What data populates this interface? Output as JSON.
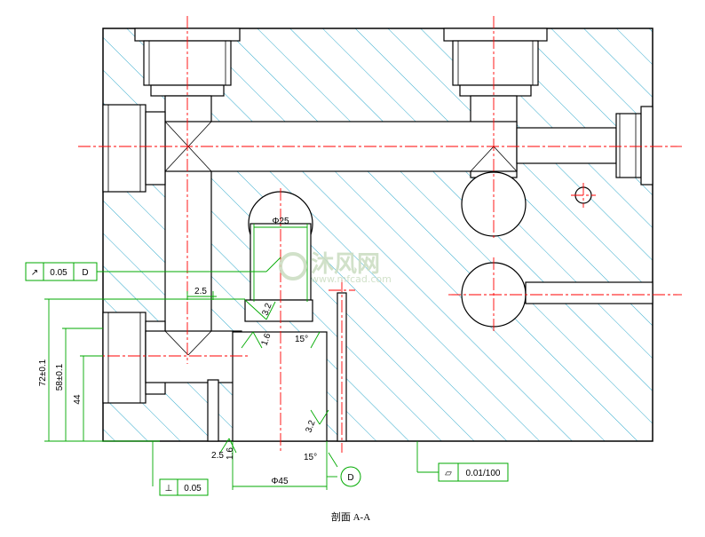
{
  "caption": "剖面 A-A",
  "dimensions": {
    "dia25": "Φ25",
    "dia45": "Φ45",
    "chamfer_top": "2.5",
    "chamfer_bottom": "2.5",
    "rough_32": "3.2",
    "rough_16_a": "1.6",
    "rough_16_b": "1.6",
    "rough_32_b": "3.2",
    "angle_15_a": "15°",
    "angle_15_b": "15°",
    "h72": "72±0.1",
    "h58": "58±0.1",
    "h44": "44"
  },
  "tolerance_frames": {
    "runout": {
      "symbol": "↗",
      "value": "0.05",
      "datum": "D"
    },
    "perpendicular": {
      "symbol": "⊥",
      "value": "0.05"
    },
    "flatness": {
      "symbol": "▱",
      "value": "0.01/100"
    }
  },
  "datum_label": "D",
  "watermark": {
    "text": "沐风网",
    "url": "www.mfcad.com"
  },
  "colors": {
    "hatch": "#33aacc",
    "centerline": "#ff0000",
    "dimension": "#00aa00",
    "outline": "#000000"
  }
}
